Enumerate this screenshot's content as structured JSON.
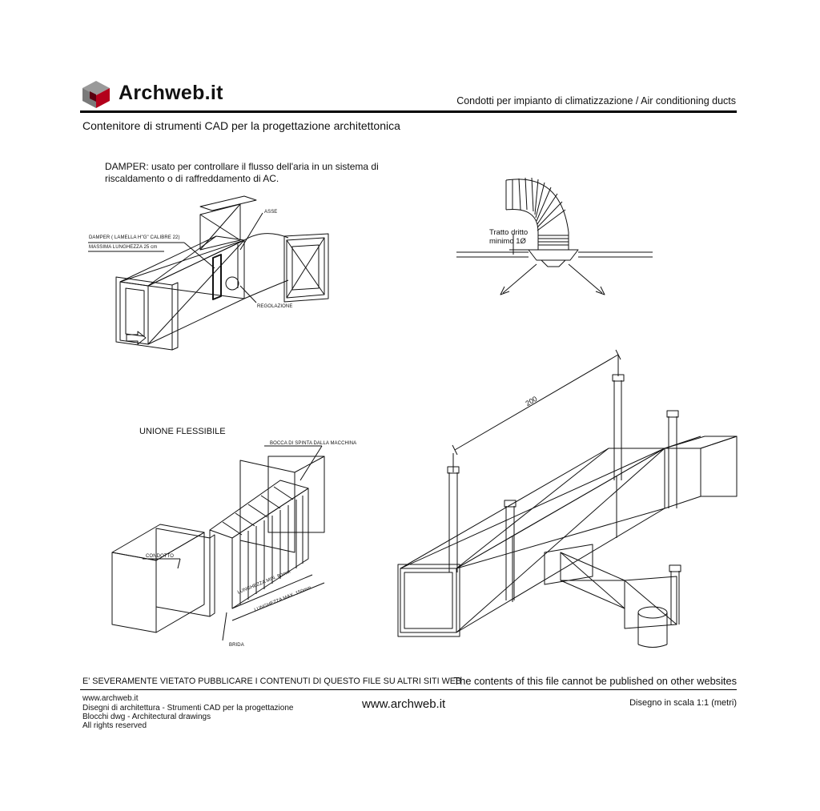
{
  "header": {
    "logo_text": "Archweb.it",
    "title": "Condotti per impianto di climatizzazione  /  Air conditioning ducts",
    "subtitle": "Contenitore di strumenti CAD per la progettazione architettonica"
  },
  "damper": {
    "caption_line1": "DAMPER: usato per controllare il flusso dell'aria in un sistema di",
    "caption_line2": "riscaldamento o di raffreddamento di AC.",
    "label_asse": "ASSE",
    "label_damper1": "DAMPER ( LAMELLA H\"G\" CALIBRE 22)",
    "label_damper2": "MASSIMA LUNGHEZZA 25 cm",
    "label_regolazione": "REGOLAZIONE"
  },
  "flex_duct": {
    "label_line1": "Tratto dritto",
    "label_line2": "minimo 1Ø"
  },
  "flexible_union": {
    "caption": "UNIONE FLESSIBILE",
    "label_bocca": "BOCCA DI SPINTA DALLA MACCHINA",
    "label_condotto": "CONDOTTO",
    "label_len_min": "LUNGHEZZA MIN. 80mm",
    "label_len_max": "LUNGHEZZA MAX. 150mm",
    "label_brida": "BRIDA"
  },
  "ductwork": {
    "dimension": "200"
  },
  "footer": {
    "warning_it": "E' SEVERAMENTE VIETATO PUBBLICARE I CONTENUTI DI QUESTO FILE SU ALTRI SITI WEB",
    "warning_en": "The contents of this file cannot be published on other websites",
    "line1": "www.archweb.it",
    "line2": "Disegni di architettura - Strumenti CAD  per la progettazione",
    "line3": "Blocchi dwg - Architectural drawings",
    "line4": "All rights reserved",
    "center_url": "www.archweb.it",
    "scale": "Disegno in scala 1:1 (metri)"
  },
  "colors": {
    "logo_red": "#b3001b",
    "logo_grey": "#8c8c8c",
    "ink": "#111111"
  }
}
